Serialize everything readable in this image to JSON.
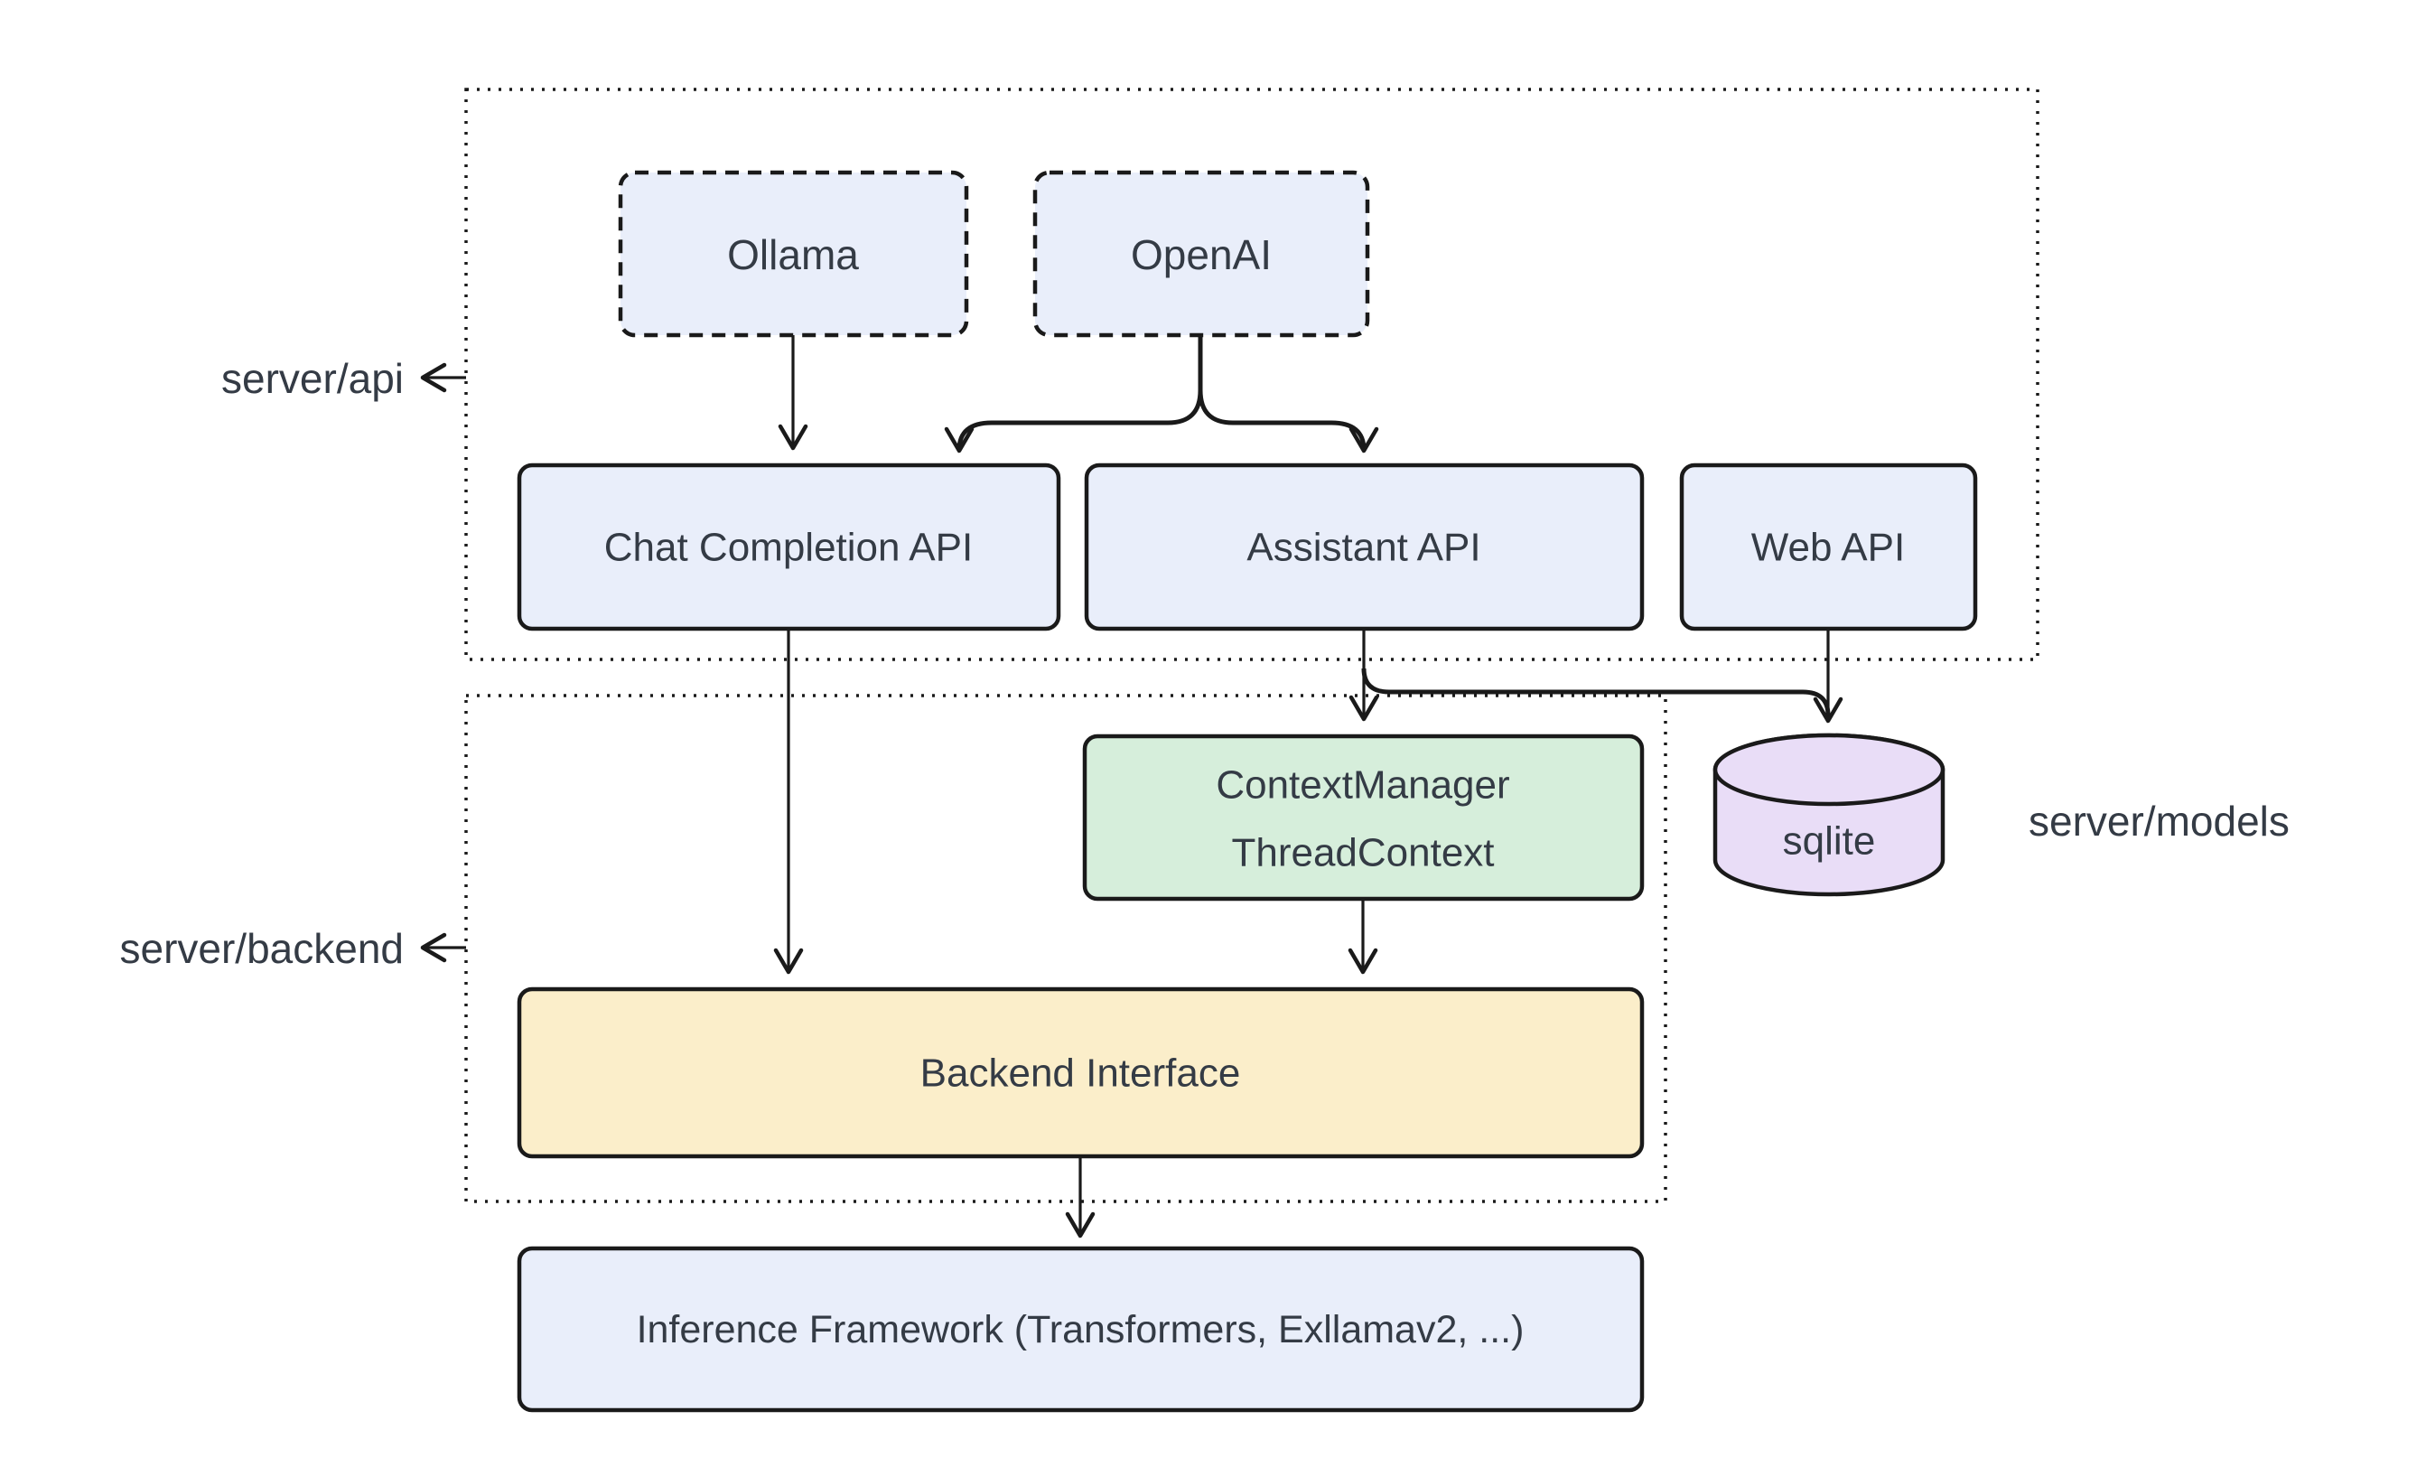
{
  "diagram": {
    "type": "architecture-flowchart",
    "background": "#ffffff",
    "colors": {
      "node_blue": "#e9eefa",
      "node_green": "#d6eedb",
      "node_yellow": "#fbeeca",
      "node_purple": "#e9ddf7",
      "border": "#1a1a1a",
      "text": "#343b45"
    },
    "containers": {
      "server_api": {
        "label": "server/api"
      },
      "server_backend": {
        "label": "server/backend"
      }
    },
    "annotations": {
      "server_models": {
        "label": "server/models"
      }
    },
    "nodes": {
      "ollama": {
        "label": "Ollama",
        "shape": "dashed-rect",
        "color": "#e9eefa"
      },
      "openai": {
        "label": "OpenAI",
        "shape": "dashed-rect",
        "color": "#e9eefa"
      },
      "chat_completion_api": {
        "label": "Chat Completion API",
        "shape": "rect",
        "color": "#e9eefa"
      },
      "assistant_api": {
        "label": "Assistant API",
        "shape": "rect",
        "color": "#e9eefa"
      },
      "web_api": {
        "label": "Web API",
        "shape": "rect",
        "color": "#e9eefa"
      },
      "context_manager": {
        "line1": "ContextManager",
        "line2": "ThreadContext",
        "shape": "rect",
        "color": "#d6eedb"
      },
      "sqlite": {
        "label": "sqlite",
        "shape": "database-cylinder",
        "color": "#e9ddf7"
      },
      "backend_interface": {
        "label": "Backend Interface",
        "shape": "rect",
        "color": "#fbeeca"
      },
      "inference_framework": {
        "label": "Inference Framework (Transformers, Exllamav2, ...)",
        "shape": "rect",
        "color": "#e9eefa"
      }
    },
    "edges": [
      {
        "from": "Ollama",
        "to": "Chat Completion API"
      },
      {
        "from": "OpenAI",
        "to": "Chat Completion API"
      },
      {
        "from": "OpenAI",
        "to": "Assistant API"
      },
      {
        "from": "Chat Completion API",
        "to": "Backend Interface"
      },
      {
        "from": "Assistant API",
        "to": "ContextManager ThreadContext"
      },
      {
        "from": "Assistant API",
        "to": "sqlite"
      },
      {
        "from": "Web API",
        "to": "sqlite"
      },
      {
        "from": "ContextManager ThreadContext",
        "to": "Backend Interface"
      },
      {
        "from": "Backend Interface",
        "to": "Inference Framework (Transformers, Exllamav2, ...)"
      },
      {
        "from": "server/api container border",
        "to": "server/api label"
      },
      {
        "from": "server/backend container border",
        "to": "server/backend label"
      }
    ]
  }
}
